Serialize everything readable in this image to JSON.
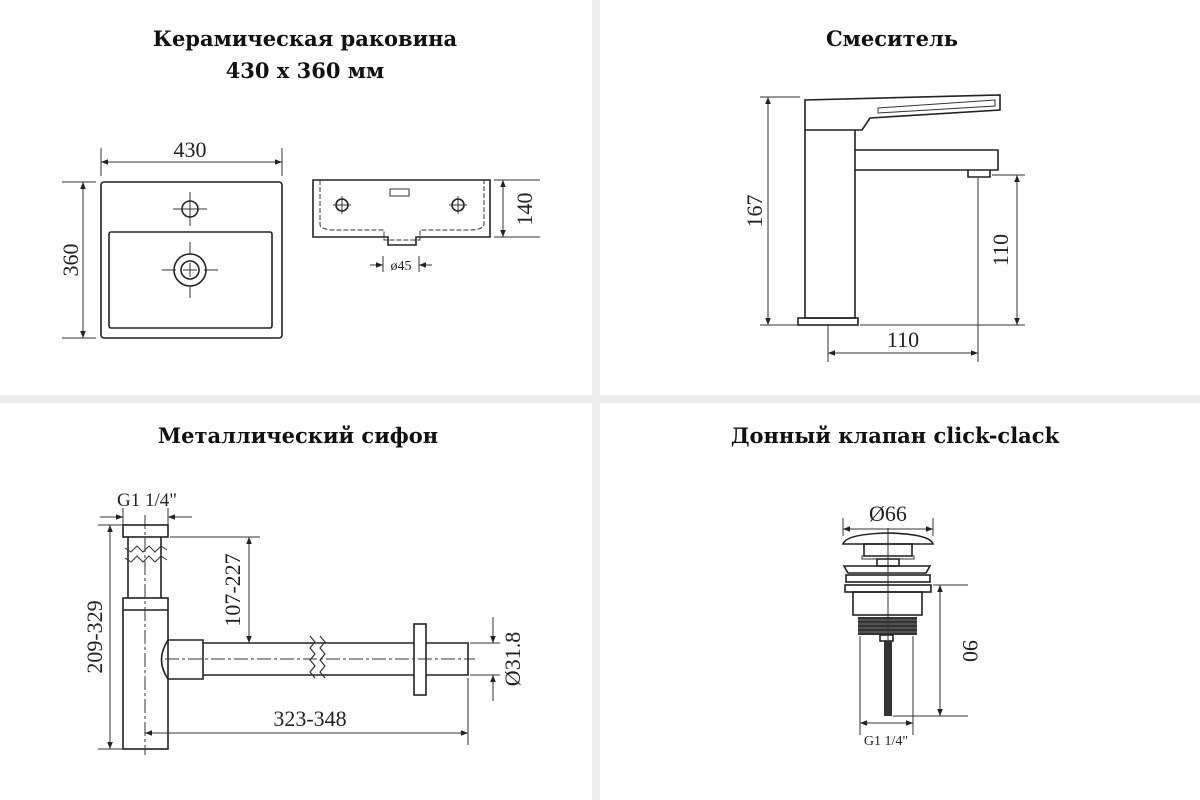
{
  "sink": {
    "title_line1": "Керамическая раковина",
    "title_line2": "430 x 360 мм",
    "width": "430",
    "depth": "360",
    "height": "140",
    "drain_diameter": "ø45"
  },
  "faucet": {
    "title": "Смеситель",
    "total_height": "167",
    "spout_height": "110",
    "spout_reach": "110"
  },
  "siphon": {
    "title": "Металлический сифон",
    "thread": "G1 1/4\"",
    "height_range": "209-329",
    "inlet_range": "107-227",
    "length_range": "323-348",
    "outlet_diameter": "Ø31.8"
  },
  "valve": {
    "title": "Донный клапан click-clack",
    "cap_diameter": "Ø66",
    "height": "90",
    "thread": "G1 1/4\""
  },
  "colors": {
    "background": "#ececec",
    "panel": "#ffffff",
    "line": "#222222"
  }
}
